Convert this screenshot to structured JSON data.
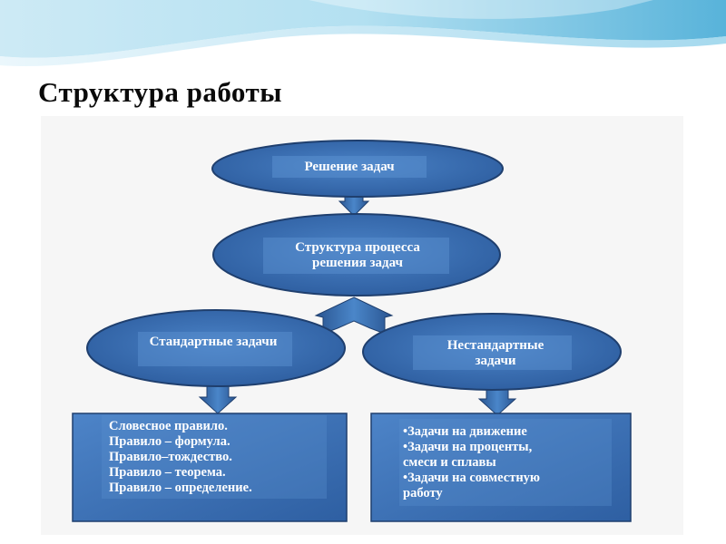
{
  "slide_title": "Структура работы",
  "nodes": {
    "solving": "Решение задач",
    "structure": "Структура процесса решения задач",
    "standard": "Стандартные задачи",
    "nonstandard": "Нестандартные задачи"
  },
  "standard_list": [
    "Словесное правило.",
    "Правило – формула.",
    "Правило–тождество.",
    "Правило – теорема.",
    "Правило – определение."
  ],
  "nonstandard_list": [
    "•Задачи на движение",
    "•Задачи на проценты,",
    "смеси и сплавы",
    "•Задачи на совместную",
    "работу"
  ],
  "colors": {
    "node_fill": "#3a6fb4",
    "node_stroke": "#1f3f6e",
    "arrow": "#2f5f9c",
    "wave_light": "#a9dcef",
    "wave_dark": "#5ab6dc"
  }
}
